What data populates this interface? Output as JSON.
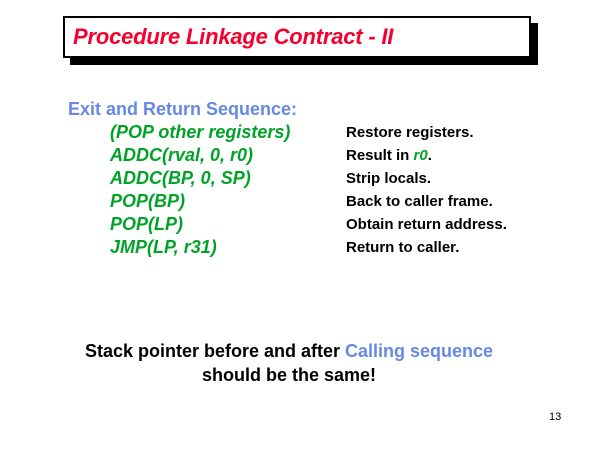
{
  "colors": {
    "title_red": "#f5002d",
    "heading_blue": "#6688e6",
    "code_green": "#00a328"
  },
  "slide": {
    "title": "Procedure Linkage Contract - II",
    "page_number": "13"
  },
  "sequence": {
    "heading": "Exit and Return Sequence:",
    "rows": [
      {
        "code": "(POP other registers)",
        "comment_prefix": "Restore registers.",
        "comment_reg": "",
        "comment_suffix": ""
      },
      {
        "code": "ADDC(rval, 0, r0)",
        "comment_prefix": "Result in ",
        "comment_reg": "r0",
        "comment_suffix": "."
      },
      {
        "code": "ADDC(BP, 0, SP)",
        "comment_prefix": "Strip locals.",
        "comment_reg": "",
        "comment_suffix": ""
      },
      {
        "code": "POP(BP)",
        "comment_prefix": "Back to caller frame.",
        "comment_reg": "",
        "comment_suffix": ""
      },
      {
        "code": "POP(LP)",
        "comment_prefix": "Obtain return address.",
        "comment_reg": "",
        "comment_suffix": ""
      },
      {
        "code": "JMP(LP, r31)",
        "comment_prefix": "Return to caller.",
        "comment_reg": "",
        "comment_suffix": ""
      }
    ]
  },
  "footer": {
    "line1_prefix": "Stack pointer before and after ",
    "line1_highlight": "Calling sequence",
    "line2": "should be the same!"
  }
}
